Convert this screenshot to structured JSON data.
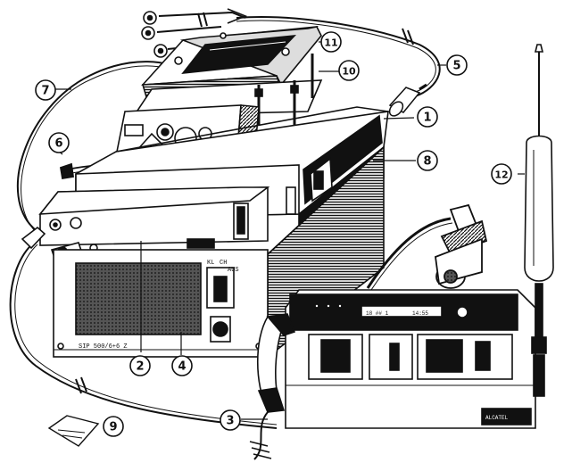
{
  "callouts": [
    {
      "id": "c1",
      "label": "1"
    },
    {
      "id": "c2",
      "label": "2"
    },
    {
      "id": "c3",
      "label": "3"
    },
    {
      "id": "c4",
      "label": "4"
    },
    {
      "id": "c5",
      "label": "5"
    },
    {
      "id": "c6",
      "label": "6"
    },
    {
      "id": "c7",
      "label": "7"
    },
    {
      "id": "c8",
      "label": "8"
    },
    {
      "id": "c9",
      "label": "9"
    },
    {
      "id": "c10",
      "label": "10"
    },
    {
      "id": "c11",
      "label": "11"
    },
    {
      "id": "c12",
      "label": "12"
    }
  ],
  "device_text": {
    "front_panel_model": "SIP 500/6+6 Z",
    "console_display": "18 ## 1",
    "console_display_right": "14:55",
    "panel_marks": [
      "KL",
      "CH",
      "AUS"
    ],
    "console_brand": "ALCATEL"
  },
  "colors": {
    "ink": "#111111",
    "paper": "#ffffff",
    "dark_fill": "#1a1a1a"
  }
}
